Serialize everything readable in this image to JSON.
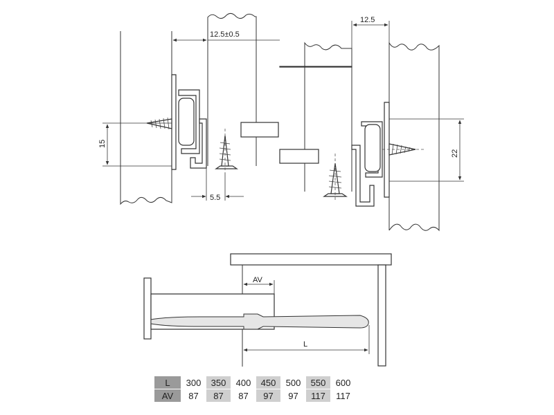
{
  "dimensions": {
    "left_top_width": "12.5±0.5",
    "left_height": "15",
    "left_bottom_offset": "5.5",
    "right_top_width": "12.5",
    "right_height": "22",
    "bottom_av": "AV",
    "bottom_l": "L"
  },
  "table": {
    "row_labels": [
      "L",
      "AV"
    ],
    "L": [
      "300",
      "350",
      "400",
      "450",
      "500",
      "550",
      "600"
    ],
    "AV": [
      "87",
      "87",
      "87",
      "97",
      "97",
      "117",
      "117"
    ]
  }
}
